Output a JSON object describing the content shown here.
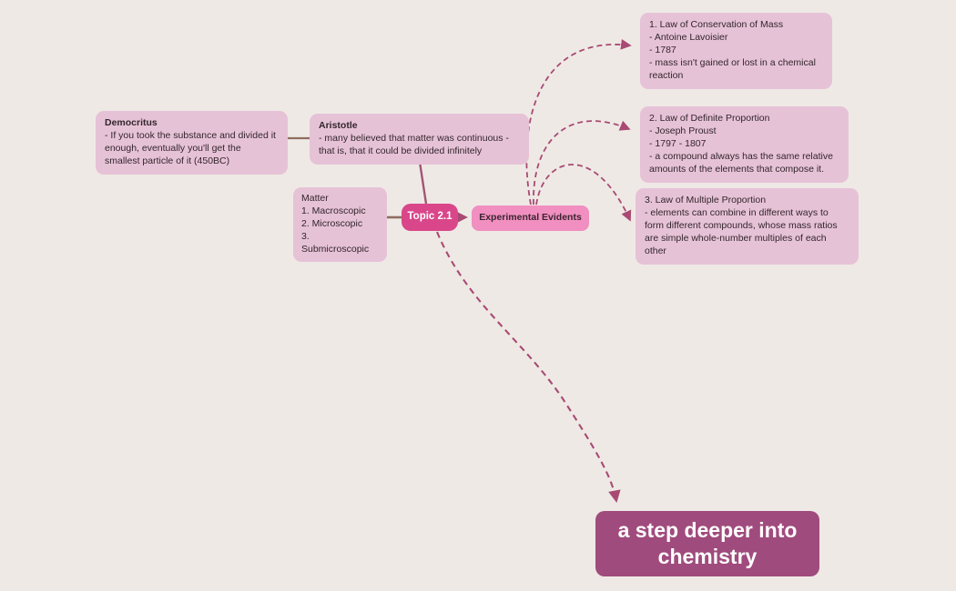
{
  "canvas": {
    "type": "mind-map"
  },
  "colors": {
    "background": "#efe9e5",
    "node_light_pink": "#e6c2d7",
    "node_bright_pink": "#f08fc0",
    "node_magenta": "#d9478a",
    "node_plum": "#a04b7d",
    "connector_maroon": "#a84a74",
    "connector_brown": "#8d6e60",
    "text_dark": "#33262c"
  },
  "nodes": {
    "democritus": {
      "title": "Democritus",
      "body": "- If you took the substance and divided it enough, eventually you'll get the smallest particle of it (450BC)"
    },
    "aristotle": {
      "title": "Aristotle",
      "body": "- many believed that matter was continuous - that is, that it could be divided infinitely"
    },
    "matter": {
      "body": "Matter\n1. Macroscopic\n2. Microscopic\n3. Submicroscopic"
    },
    "topic": {
      "label": "Topic 2.1"
    },
    "experimental_evidents": {
      "label": "Experimental Evidents"
    },
    "law_conservation": {
      "body": "1. Law of Conservation of Mass\n- Antoine Lavoisier\n- 1787\n- mass isn't gained or lost in a chemical reaction"
    },
    "law_definite": {
      "body": "2. Law of Definite Proportion\n- Joseph Proust\n- 1797 - 1807\n- a compound always has the same relative amounts of the elements that compose it."
    },
    "law_multiple": {
      "body": "3. Law of Multiple Proportion\n- elements can combine in different ways to form different compounds, whose mass ratios are simple whole-number multiples of each other"
    },
    "main_topic": {
      "label": "a step deeper into chemistry"
    }
  },
  "edges": [
    {
      "from": "democritus",
      "to": "aristotle",
      "style": "solid"
    },
    {
      "from": "aristotle",
      "to": "topic",
      "style": "solid"
    },
    {
      "from": "matter",
      "to": "topic",
      "style": "solid"
    },
    {
      "from": "topic",
      "to": "experimental_evidents",
      "style": "solid-arrow"
    },
    {
      "from": "experimental_evidents",
      "to": "law_conservation",
      "style": "dashed-arrow"
    },
    {
      "from": "experimental_evidents",
      "to": "law_definite",
      "style": "dashed-arrow"
    },
    {
      "from": "experimental_evidents",
      "to": "law_multiple",
      "style": "dashed-arrow"
    },
    {
      "from": "topic",
      "to": "main_topic",
      "style": "dashed-arrow"
    }
  ]
}
